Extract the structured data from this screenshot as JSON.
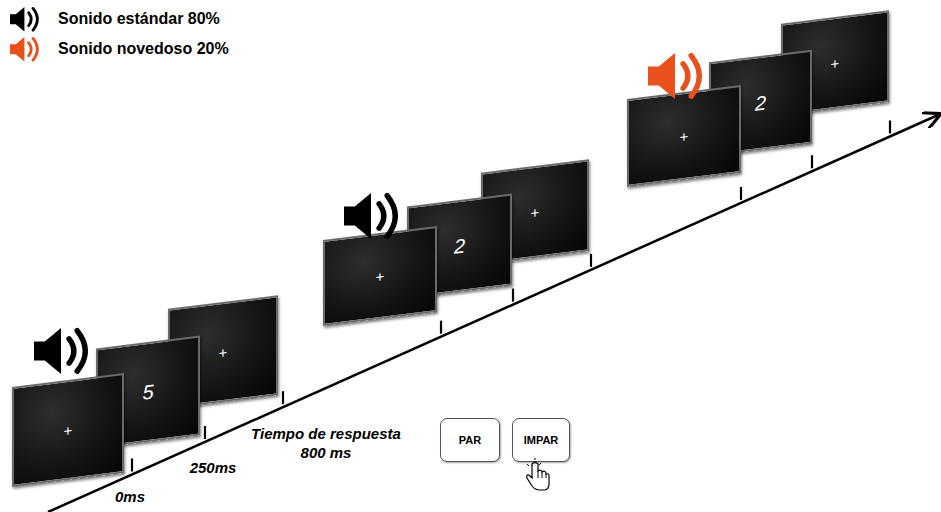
{
  "diagram": {
    "nodes": [
      {
        "text": [
          "+"
        ]
      },
      {
        "text": [
          "5"
        ]
      },
      {
        "text": [
          "+"
        ]
      },
      {
        "text": [
          "+"
        ]
      },
      {
        "text": [
          "2"
        ]
      },
      {
        "text": [
          "+"
        ]
      },
      {
        "text": [
          "+"
        ]
      },
      {
        "text": [
          "2"
        ]
      },
      {
        "text": [
          "+"
        ]
      },
      {
        "text": [
          "PAR"
        ]
      },
      {
        "text": [
          "IMPAR"
        ]
      }
    ],
    "edges": [],
    "labels": [
      "0ms",
      "250ms",
      "Tiempo de respuesta 800 ms"
    ],
    "legend": [
      {
        "text": "Sonido estándar 80%",
        "color": "#000000"
      },
      {
        "text": "Sonido novedoso 20%",
        "color": "#e8501c"
      }
    ]
  }
}
